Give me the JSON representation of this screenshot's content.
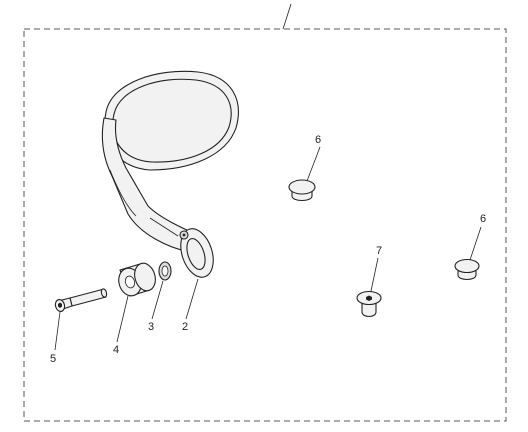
{
  "callouts": {
    "item_2": "2",
    "item_3": "3",
    "item_4": "4",
    "item_5": "5",
    "item_6a": "6",
    "item_6b": "6",
    "item_7": "7"
  }
}
